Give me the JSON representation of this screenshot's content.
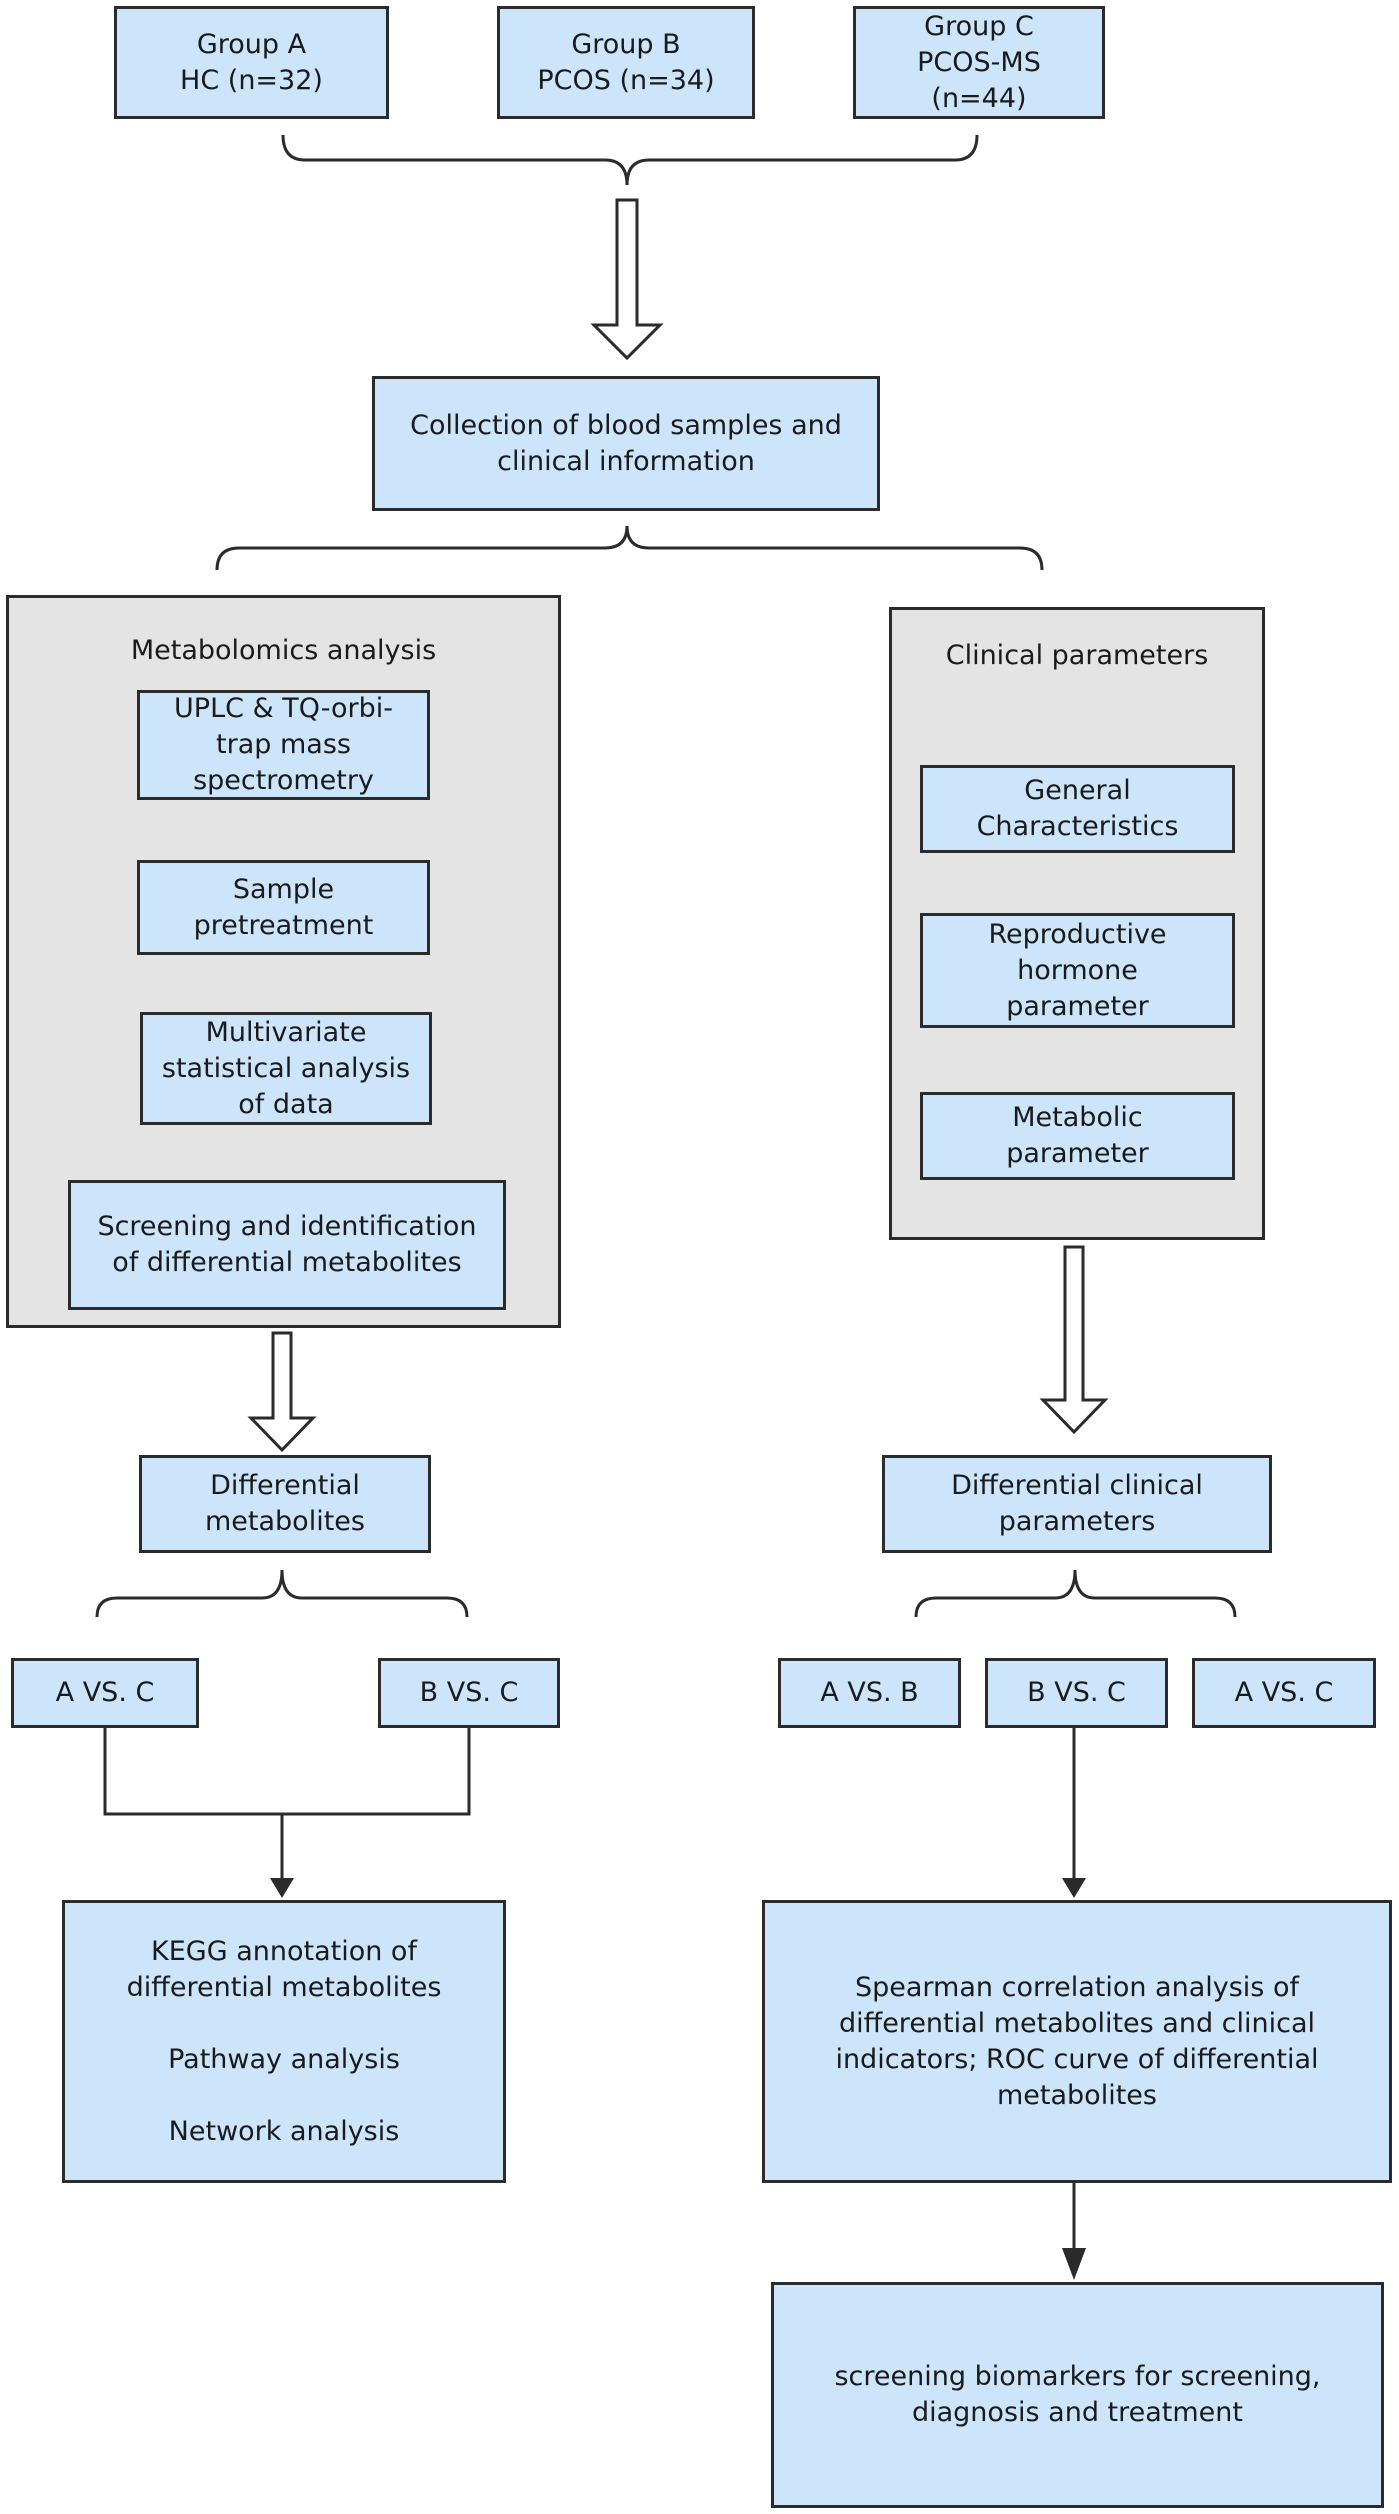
{
  "groups": {
    "a": [
      "Group A",
      "HC (n=32)"
    ],
    "b": [
      "Group B",
      "PCOS (n=34)"
    ],
    "c": [
      "Group C",
      "PCOS-MS",
      "(n=44)"
    ]
  },
  "collection": [
    "Collection of blood samples and",
    "clinical information"
  ],
  "metabolomics": {
    "title": "Metabolomics analysis",
    "steps": [
      [
        "UPLC & TQ-orbi-",
        "trap mass",
        "spectrometry"
      ],
      [
        "Sample",
        "pretreatment"
      ],
      [
        "Multivariate",
        "statistical analysis",
        "of data"
      ],
      [
        "Screening and identification",
        "of differential metabolites"
      ]
    ]
  },
  "clinical": {
    "title": "Clinical parameters",
    "items": [
      [
        "General",
        "Characteristics"
      ],
      [
        "Reproductive",
        "hormone",
        "parameter"
      ],
      [
        "Metabolic",
        "parameter"
      ]
    ]
  },
  "differential_metabolites": [
    "Differential",
    "metabolites"
  ],
  "differential_clinical": [
    "Differential clinical",
    "parameters"
  ],
  "comparisons_left": [
    "A VS. C",
    "B VS. C"
  ],
  "comparisons_right": [
    "A VS. B",
    "B VS. C",
    "A VS. C"
  ],
  "kegg": [
    "KEGG annotation of",
    "differential metabolites",
    "",
    "Pathway analysis",
    "",
    "Network analysis"
  ],
  "spearman": [
    "Spearman correlation analysis of",
    "differential metabolites and clinical",
    "indicators; ROC curve of differential",
    "metabolites"
  ],
  "biomarkers": [
    "screening biomarkers for screening,",
    "diagnosis and treatment"
  ],
  "colors": {
    "box_fill": "#cce5fb",
    "panel_fill": "#e4e4e4",
    "line": "#2b2b2b"
  }
}
